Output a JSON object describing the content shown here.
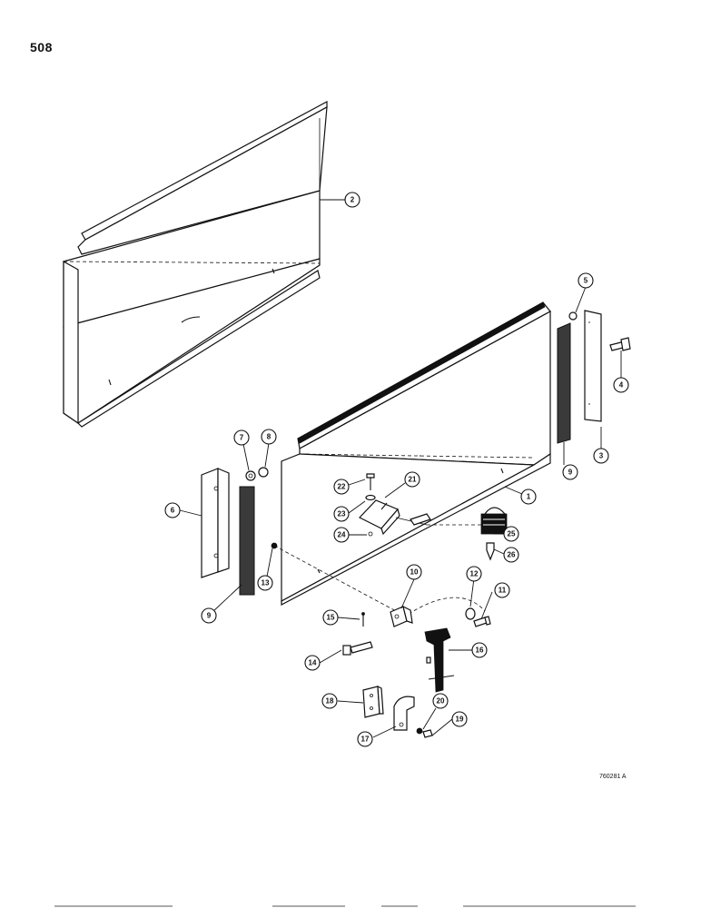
{
  "page": {
    "number": "508",
    "figure_code": "760281 A"
  },
  "callouts": [
    {
      "id": "c1",
      "label": "1"
    },
    {
      "id": "c2",
      "label": "2"
    },
    {
      "id": "c3",
      "label": "3"
    },
    {
      "id": "c4",
      "label": "4"
    },
    {
      "id": "c5",
      "label": "5"
    },
    {
      "id": "c6",
      "label": "6"
    },
    {
      "id": "c7",
      "label": "7"
    },
    {
      "id": "c8",
      "label": "8"
    },
    {
      "id": "c9a",
      "label": "9"
    },
    {
      "id": "c9b",
      "label": "9"
    },
    {
      "id": "c10",
      "label": "10"
    },
    {
      "id": "c11",
      "label": "11"
    },
    {
      "id": "c12",
      "label": "12"
    },
    {
      "id": "c13",
      "label": "13"
    },
    {
      "id": "c14",
      "label": "14"
    },
    {
      "id": "c15",
      "label": "15"
    },
    {
      "id": "c16",
      "label": "16"
    },
    {
      "id": "c17",
      "label": "17"
    },
    {
      "id": "c18",
      "label": "18"
    },
    {
      "id": "c19",
      "label": "19"
    },
    {
      "id": "c20",
      "label": "20"
    },
    {
      "id": "c21",
      "label": "21"
    },
    {
      "id": "c22",
      "label": "22"
    },
    {
      "id": "c23",
      "label": "23"
    },
    {
      "id": "c24",
      "label": "24"
    },
    {
      "id": "c25",
      "label": "25"
    },
    {
      "id": "c26",
      "label": "26"
    }
  ]
}
